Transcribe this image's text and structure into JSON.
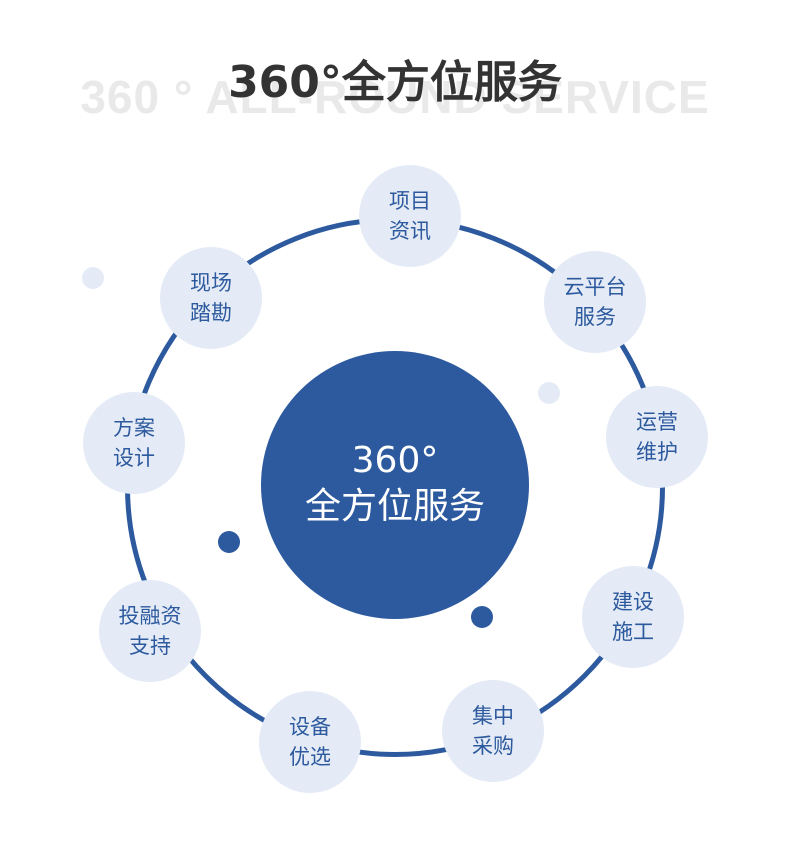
{
  "header": {
    "bg_text": "360 °  ALL-ROUND SERVICE",
    "title": "360°全方位服务"
  },
  "center": {
    "line1": "360°",
    "line2": "全方位服务"
  },
  "nodes": [
    {
      "line1": "项目",
      "line2": "资讯"
    },
    {
      "line1": "云平台",
      "line2": "服务"
    },
    {
      "line1": "运营",
      "line2": "维护"
    },
    {
      "line1": "建设",
      "line2": "施工"
    },
    {
      "line1": "集中",
      "line2": "采购"
    },
    {
      "line1": "设备",
      "line2": "优选"
    },
    {
      "line1": "投融资",
      "line2": "支持"
    },
    {
      "line1": "方案",
      "line2": "设计"
    },
    {
      "line1": "现场",
      "line2": "踏勘"
    }
  ],
  "colors": {
    "primary": "#2d5a9e",
    "node_fill": "#e4ebf6",
    "bg_text": "#e9e9e9",
    "title": "#333333"
  }
}
